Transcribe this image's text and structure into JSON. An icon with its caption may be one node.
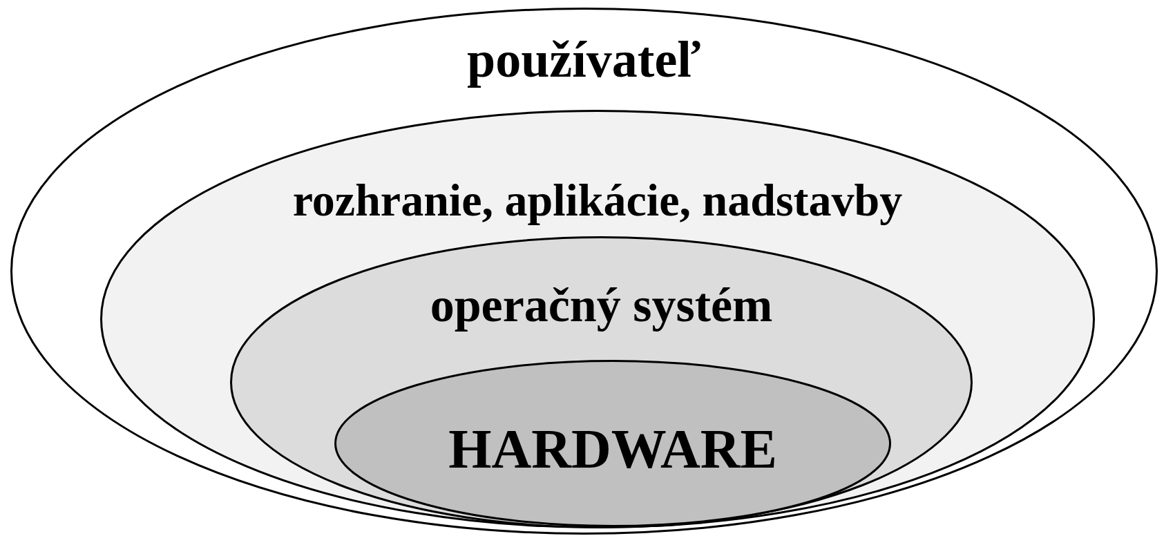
{
  "diagram": {
    "nodes": [
      {
        "text": [
          "používateľ"
        ]
      },
      {
        "text": [
          "rozhranie, aplikácie, nadstavby"
        ],
        "in": 0
      },
      {
        "text": [
          "operačný systém"
        ],
        "in": 1
      },
      {
        "text": [
          "HARDWARE"
        ],
        "in": 2
      }
    ]
  }
}
